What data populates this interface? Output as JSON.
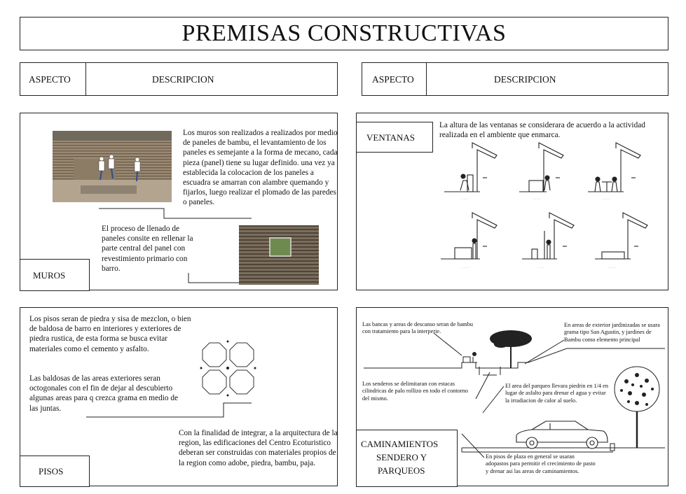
{
  "title": "PREMISAS CONSTRUCTIVAS",
  "left_header": {
    "aspect": "ASPECTO",
    "description": "DESCRIPCION"
  },
  "right_header": {
    "aspect": "ASPECTO",
    "description": "DESCRIPCION"
  },
  "muros": {
    "label": "MUROS",
    "text1": "Los muros son realizados a realizados por medio de paneles de bambu, el levantamiento de los paneles es semejante a la forma de mecano, cada pieza (panel) tiene su lugar definido. una vez ya establecida la colocacion de los paneles a escuadra se amarran con alambre quemando y fijarlos, luego realizar el plomado de las paredes o paneles.",
    "text2": "El proceso de llenado de paneles consite en rellenar la parte central del panel con revestimiento primario con barro."
  },
  "ventanas": {
    "label": "VENTANAS",
    "text": "La altura de las ventanas se considerara de acuerdo a la actividad realizada en el ambiente que enmarca."
  },
  "pisos": {
    "label": "PISOS",
    "text1": "Los pisos seran de piedra y sisa de mezclon, o bien de baldosa de barro en interiores y exteriores de piedra rustica, de esta forma se busca evitar materiales como el cemento y asfalto.",
    "text2": "Las baldosas de las areas exteriores seran octogonales con el fin de dejar al descubierto algunas areas para q crezca grama en medio de las juntas.",
    "text3": "Con la finalidad de integrar, a la arquitectura de la region, las edificaciones del Centro Ecoturistico deberan ser construidas con materiales propios de la region como adobe, piedra, bambu, paja."
  },
  "caminamientos": {
    "label_line1": "CAMINAMIENTOS",
    "label_line2": "SENDERO Y",
    "label_line3": "PARQUEOS",
    "note_bancas": "Las bancas y areas de descanso seran de bambu con tratamiento para la interperie.",
    "note_jardin": "En areas de exterior jardinizadas se usara grama tipo San Agustin, y jardines de Bambu como elemento principal",
    "note_senderos": "Los senderos se delimitaran con estacas cilindricas de palo rollizo en todo el contorno del mismo.",
    "note_parqueo": "El area del parqueo llevara piedrin en 1/4 en lugar de asfalto para drenar el agua y evitar la irradiacion de calor al suelo.",
    "note_plaza": "En pisos de plaza en general se usaran adopastos para permitir el crecimiento de pasto y drenar asi las areas de caminamientos."
  }
}
